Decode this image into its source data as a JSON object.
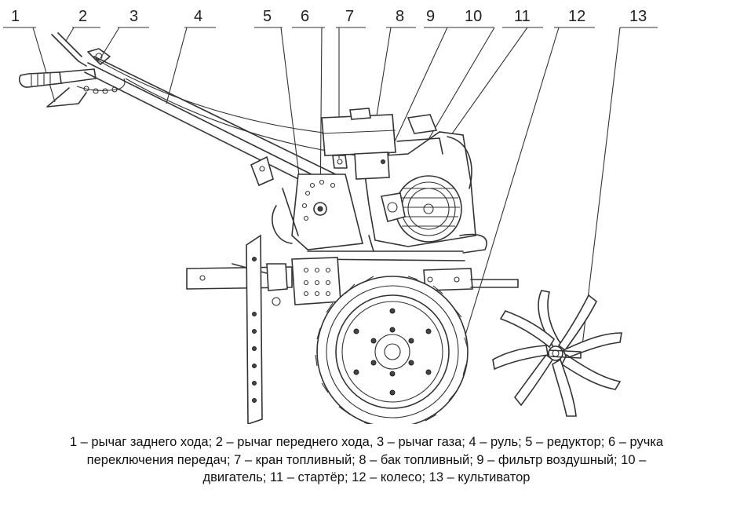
{
  "callouts": [
    {
      "num": "1"
    },
    {
      "num": "2"
    },
    {
      "num": "3"
    },
    {
      "num": "4"
    },
    {
      "num": "5"
    },
    {
      "num": "6"
    },
    {
      "num": "7"
    },
    {
      "num": "8"
    },
    {
      "num": "9"
    },
    {
      "num": "10"
    },
    {
      "num": "11"
    },
    {
      "num": "12"
    },
    {
      "num": "13"
    }
  ],
  "caption": {
    "line1": "1 – рычаг заднего хода; 2 – рычаг переднего хода, 3 – рычаг газа; 4 – руль; 5 – редуктор; 6 – ручка",
    "line2": "переключения передач; 7 – кран топливный; 8 – бак топливный; 9 – фильтр воздушный; 10 –",
    "line3": "двигатель; 11 – стартёр; 12 – колесо; 13 – культиватор"
  }
}
